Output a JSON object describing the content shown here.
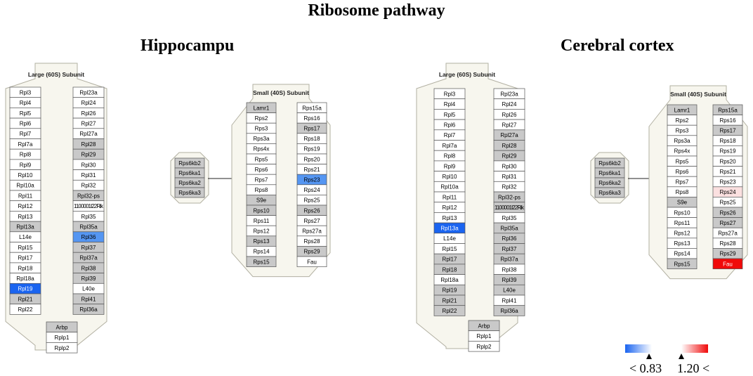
{
  "title": "Ribosome pathway",
  "colors": {
    "grey": "#c9c9c9",
    "white": "#ffffff",
    "blue_strong": "#1a64f0",
    "blue_light": "#5596f2",
    "red_strong": "#f00a0a",
    "red_light": "#fbe0e0",
    "shape_fill": "#f7f6ee",
    "shape_stroke": "#b2b0a2"
  },
  "panels": [
    {
      "title": "Hippocampu",
      "large": {
        "title": "Large (60S) Subunit",
        "left": [
          {
            "label": "Rpl3",
            "state": "white"
          },
          {
            "label": "Rpl4",
            "state": "white"
          },
          {
            "label": "Rpl5",
            "state": "white"
          },
          {
            "label": "Rpl6",
            "state": "white"
          },
          {
            "label": "Rpl7",
            "state": "white"
          },
          {
            "label": "Rpl7a",
            "state": "white"
          },
          {
            "label": "Rpl8",
            "state": "white"
          },
          {
            "label": "Rpl9",
            "state": "white"
          },
          {
            "label": "Rpl10",
            "state": "white"
          },
          {
            "label": "Rpl10a",
            "state": "white"
          },
          {
            "label": "Rpl11",
            "state": "white"
          },
          {
            "label": "Rpl12",
            "state": "white"
          },
          {
            "label": "Rpl13",
            "state": "white"
          },
          {
            "label": "Rpl13a",
            "state": "grey"
          },
          {
            "label": "L14e",
            "state": "white"
          },
          {
            "label": "Rpl15",
            "state": "white"
          },
          {
            "label": "Rpl17",
            "state": "white"
          },
          {
            "label": "Rpl18",
            "state": "white"
          },
          {
            "label": "Rpl18a",
            "state": "white"
          },
          {
            "label": "Rpl19",
            "state": "blue_strong"
          },
          {
            "label": "Rpl21",
            "state": "grey"
          },
          {
            "label": "Rpl22",
            "state": "white"
          }
        ],
        "right": [
          {
            "label": "Rpl23a",
            "state": "white"
          },
          {
            "label": "Rpl24",
            "state": "white"
          },
          {
            "label": "Rpl26",
            "state": "white"
          },
          {
            "label": "Rpl27",
            "state": "white"
          },
          {
            "label": "Rpl27a",
            "state": "white"
          },
          {
            "label": "Rpl28",
            "state": "grey"
          },
          {
            "label": "Rpl29",
            "state": "grey"
          },
          {
            "label": "Rpl30",
            "state": "white"
          },
          {
            "label": "Rpl31",
            "state": "white"
          },
          {
            "label": "Rpl32",
            "state": "white"
          },
          {
            "label": "Rpl32-ps",
            "state": "grey"
          },
          {
            "label": "1100001I22Rik",
            "state": "white"
          },
          {
            "label": "Rpl35",
            "state": "white"
          },
          {
            "label": "Rpl35a",
            "state": "grey"
          },
          {
            "label": "Rpl36",
            "state": "blue_light"
          },
          {
            "label": "Rpl37",
            "state": "grey"
          },
          {
            "label": "Rpl37a",
            "state": "grey"
          },
          {
            "label": "Rpl38",
            "state": "grey"
          },
          {
            "label": "Rpl39",
            "state": "grey"
          },
          {
            "label": "L40e",
            "state": "white"
          },
          {
            "label": "Rpl41",
            "state": "grey"
          },
          {
            "label": "Rpl36a",
            "state": "grey"
          }
        ],
        "bottom": [
          {
            "label": "Arbp",
            "state": "grey"
          },
          {
            "label": "Rplp1",
            "state": "white"
          },
          {
            "label": "Rplp2",
            "state": "white"
          }
        ]
      },
      "kinase": [
        {
          "label": "Rps6kb2",
          "state": "grey"
        },
        {
          "label": "Rps6ka1",
          "state": "grey"
        },
        {
          "label": "Rps6ka2",
          "state": "grey"
        },
        {
          "label": "Rps6ka3",
          "state": "grey"
        }
      ],
      "small": {
        "title": "Small (40S) Subunit",
        "left": [
          {
            "label": "Lamr1",
            "state": "grey"
          },
          {
            "label": "Rps2",
            "state": "white"
          },
          {
            "label": "Rps3",
            "state": "white"
          },
          {
            "label": "Rps3a",
            "state": "white"
          },
          {
            "label": "Rps4x",
            "state": "white"
          },
          {
            "label": "Rps5",
            "state": "white"
          },
          {
            "label": "Rps6",
            "state": "white"
          },
          {
            "label": "Rps7",
            "state": "white"
          },
          {
            "label": "Rps8",
            "state": "white"
          },
          {
            "label": "S9e",
            "state": "grey"
          },
          {
            "label": "Rps10",
            "state": "grey"
          },
          {
            "label": "Rps11",
            "state": "white"
          },
          {
            "label": "Rps12",
            "state": "white"
          },
          {
            "label": "Rps13",
            "state": "grey"
          },
          {
            "label": "Rps14",
            "state": "white"
          },
          {
            "label": "Rps15",
            "state": "grey"
          }
        ],
        "right": [
          {
            "label": "Rps15a",
            "state": "white"
          },
          {
            "label": "Rps16",
            "state": "white"
          },
          {
            "label": "Rps17",
            "state": "grey"
          },
          {
            "label": "Rps18",
            "state": "white"
          },
          {
            "label": "Rps19",
            "state": "white"
          },
          {
            "label": "Rps20",
            "state": "white"
          },
          {
            "label": "Rps21",
            "state": "white"
          },
          {
            "label": "Rps23",
            "state": "blue_light"
          },
          {
            "label": "Rps24",
            "state": "white"
          },
          {
            "label": "Rps25",
            "state": "white"
          },
          {
            "label": "Rps26",
            "state": "grey"
          },
          {
            "label": "Rps27",
            "state": "white"
          },
          {
            "label": "Rps27a",
            "state": "white"
          },
          {
            "label": "Rps28",
            "state": "white"
          },
          {
            "label": "Rps29",
            "state": "grey"
          },
          {
            "label": "Fau",
            "state": "white"
          }
        ]
      }
    },
    {
      "title": "Cerebral cortex",
      "large": {
        "title": "Large (60S) Subunit",
        "left": [
          {
            "label": "Rpl3",
            "state": "white"
          },
          {
            "label": "Rpl4",
            "state": "white"
          },
          {
            "label": "Rpl5",
            "state": "white"
          },
          {
            "label": "Rpl6",
            "state": "white"
          },
          {
            "label": "Rpl7",
            "state": "white"
          },
          {
            "label": "Rpl7a",
            "state": "white"
          },
          {
            "label": "Rpl8",
            "state": "white"
          },
          {
            "label": "Rpl9",
            "state": "white"
          },
          {
            "label": "Rpl10",
            "state": "white"
          },
          {
            "label": "Rpl10a",
            "state": "white"
          },
          {
            "label": "Rpl11",
            "state": "white"
          },
          {
            "label": "Rpl12",
            "state": "white"
          },
          {
            "label": "Rpl13",
            "state": "white"
          },
          {
            "label": "Rpl13a",
            "state": "blue_strong"
          },
          {
            "label": "L14e",
            "state": "white"
          },
          {
            "label": "Rpl15",
            "state": "white"
          },
          {
            "label": "Rpl17",
            "state": "grey"
          },
          {
            "label": "Rpl18",
            "state": "grey"
          },
          {
            "label": "Rpl18a",
            "state": "white"
          },
          {
            "label": "Rpl19",
            "state": "grey"
          },
          {
            "label": "Rpl21",
            "state": "grey"
          },
          {
            "label": "Rpl22",
            "state": "grey"
          }
        ],
        "right": [
          {
            "label": "Rpl23a",
            "state": "white"
          },
          {
            "label": "Rpl24",
            "state": "white"
          },
          {
            "label": "Rpl26",
            "state": "white"
          },
          {
            "label": "Rpl27",
            "state": "white"
          },
          {
            "label": "Rpl27a",
            "state": "grey"
          },
          {
            "label": "Rpl28",
            "state": "grey"
          },
          {
            "label": "Rpl29",
            "state": "grey"
          },
          {
            "label": "Rpl30",
            "state": "white"
          },
          {
            "label": "Rpl31",
            "state": "white"
          },
          {
            "label": "Rpl32",
            "state": "white"
          },
          {
            "label": "Rpl32-ps",
            "state": "grey"
          },
          {
            "label": "1100001I22Rik",
            "state": "grey"
          },
          {
            "label": "Rpl35",
            "state": "white"
          },
          {
            "label": "Rpl35a",
            "state": "grey"
          },
          {
            "label": "Rpl36",
            "state": "grey"
          },
          {
            "label": "Rpl37",
            "state": "grey"
          },
          {
            "label": "Rpl37a",
            "state": "grey"
          },
          {
            "label": "Rpl38",
            "state": "white"
          },
          {
            "label": "Rpl39",
            "state": "grey"
          },
          {
            "label": "L40e",
            "state": "grey"
          },
          {
            "label": "Rpl41",
            "state": "white"
          },
          {
            "label": "Rpl36a",
            "state": "grey"
          }
        ],
        "bottom": [
          {
            "label": "Arbp",
            "state": "grey"
          },
          {
            "label": "Rplp1",
            "state": "white"
          },
          {
            "label": "Rplp2",
            "state": "white"
          }
        ]
      },
      "kinase": [
        {
          "label": "Rps6kb2",
          "state": "grey"
        },
        {
          "label": "Rps6ka1",
          "state": "grey"
        },
        {
          "label": "Rps6ka2",
          "state": "grey"
        },
        {
          "label": "Rps6ka3",
          "state": "grey"
        }
      ],
      "small": {
        "title": "Small (40S) Subunit",
        "left": [
          {
            "label": "Lamr1",
            "state": "grey"
          },
          {
            "label": "Rps2",
            "state": "white"
          },
          {
            "label": "Rps3",
            "state": "white"
          },
          {
            "label": "Rps3a",
            "state": "white"
          },
          {
            "label": "Rps4x",
            "state": "white"
          },
          {
            "label": "Rps5",
            "state": "white"
          },
          {
            "label": "Rps6",
            "state": "white"
          },
          {
            "label": "Rps7",
            "state": "white"
          },
          {
            "label": "Rps8",
            "state": "white"
          },
          {
            "label": "S9e",
            "state": "grey"
          },
          {
            "label": "Rps10",
            "state": "white"
          },
          {
            "label": "Rps11",
            "state": "white"
          },
          {
            "label": "Rps12",
            "state": "white"
          },
          {
            "label": "Rps13",
            "state": "white"
          },
          {
            "label": "Rps14",
            "state": "white"
          },
          {
            "label": "Rps15",
            "state": "grey"
          }
        ],
        "right": [
          {
            "label": "Rps15a",
            "state": "grey"
          },
          {
            "label": "Rps16",
            "state": "white"
          },
          {
            "label": "Rps17",
            "state": "grey"
          },
          {
            "label": "Rps18",
            "state": "white"
          },
          {
            "label": "Rps19",
            "state": "white"
          },
          {
            "label": "Rps20",
            "state": "white"
          },
          {
            "label": "Rps21",
            "state": "white"
          },
          {
            "label": "Rps23",
            "state": "white"
          },
          {
            "label": "Rps24",
            "state": "red_light"
          },
          {
            "label": "Rps25",
            "state": "white"
          },
          {
            "label": "Rps26",
            "state": "grey"
          },
          {
            "label": "Rps27",
            "state": "grey"
          },
          {
            "label": "Rps27a",
            "state": "white"
          },
          {
            "label": "Rps28",
            "state": "white"
          },
          {
            "label": "Rps29",
            "state": "grey"
          },
          {
            "label": "Fau",
            "state": "red_strong"
          }
        ]
      }
    }
  ],
  "legend": {
    "low_label": "< 0.83",
    "high_label": "1.20 <",
    "blue_gradient": [
      "#1a64f0",
      "#ffffff"
    ],
    "red_gradient": [
      "#ffffff",
      "#f00a0a"
    ]
  }
}
